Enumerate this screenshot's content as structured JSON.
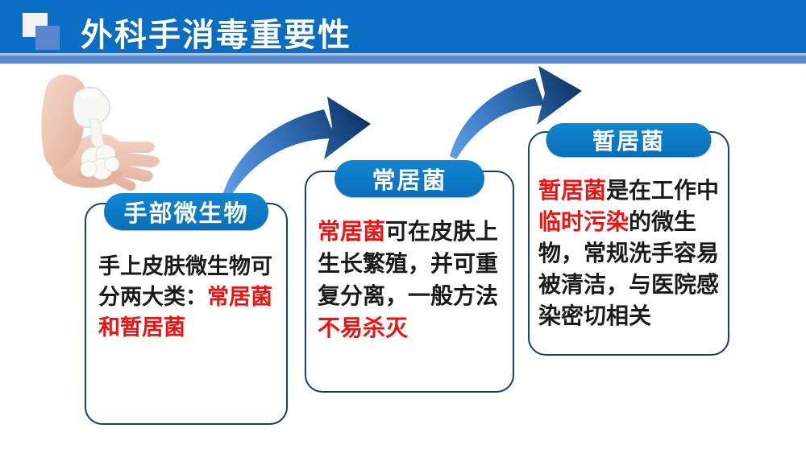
{
  "header": {
    "title": "外科手消毒重要性"
  },
  "colors": {
    "header_blue": "#0a6ec4",
    "header_strip_blue": "#5b87ce",
    "accent_square_blue": "#5b85cd",
    "pill_blue": "#0e7bc6",
    "card_border_navy": "#1b3d6e",
    "arrow_light_blue": "#5d9de6",
    "arrow_dark_navy": "#0f3565",
    "highlight_red": "#ee1311",
    "body_black": "#1b1b1b"
  },
  "illustration": {
    "name": "hand-dispensing-foam"
  },
  "cards": [
    {
      "label": "手部微生物",
      "segments": [
        {
          "text": "手上皮肤微生物可分两大类：",
          "color": "#1b1b1b"
        },
        {
          "text": "常居菌和暂居菌",
          "color": "#ee1311"
        }
      ]
    },
    {
      "label": "常居菌",
      "segments": [
        {
          "text": "常居菌",
          "color": "#ee1311"
        },
        {
          "text": "可在皮肤上生长繁殖，并可重复分离，一般方法",
          "color": "#1b1b1b"
        },
        {
          "text": "不易杀灭",
          "color": "#ee1311"
        }
      ]
    },
    {
      "label": "暂居菌",
      "segments": [
        {
          "text": "暂居菌",
          "color": "#ee1311"
        },
        {
          "text": "是在工作中",
          "color": "#1b1b1b"
        },
        {
          "text": "临时污染",
          "color": "#ee1311"
        },
        {
          "text": "的微生物，常规洗手容易被清洁，与医院感染密切相关",
          "color": "#1b1b1b"
        }
      ]
    }
  ]
}
